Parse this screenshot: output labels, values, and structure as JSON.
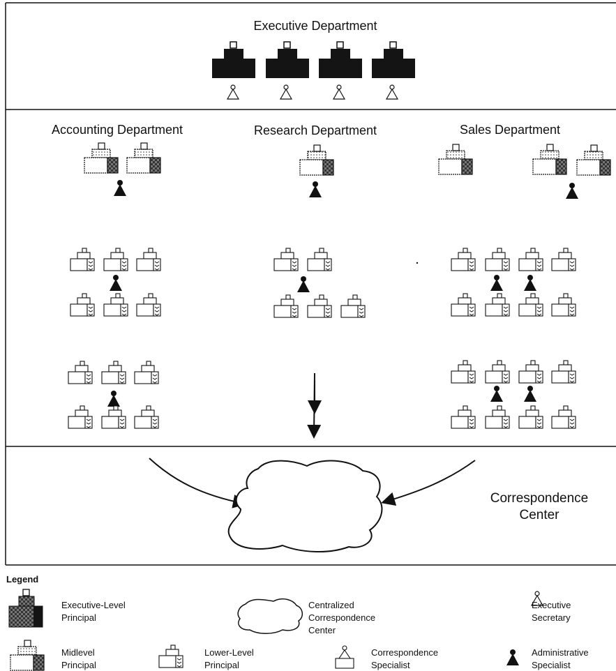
{
  "sections": {
    "executive": "Executive Department",
    "accounting": "Accounting Department",
    "research": "Research Department",
    "sales": "Sales Department",
    "center_line1": "Correspondence",
    "center_line2": "Center"
  },
  "legend": {
    "heading": "Legend",
    "exec_principal": [
      "Executive-Level",
      "Principal"
    ],
    "center": [
      "Centralized",
      "Correspondence",
      "Center"
    ],
    "exec_secretary": [
      "Executive",
      "Secretary"
    ],
    "mid_principal": [
      "Midlevel",
      "Principal"
    ],
    "lower_principal": [
      "Lower-Level",
      "Principal"
    ],
    "corr_specialist": [
      "Correspondence",
      "Specialist"
    ],
    "admin_specialist": [
      "Administrative",
      "Specialist"
    ]
  },
  "colors": {
    "ink": "#111111",
    "exec_fill": "#141414",
    "paper": "#ffffff"
  },
  "icons": [
    "executive-principal-icon",
    "midlevel-principal-icon",
    "lower-principal-icon",
    "executive-secretary-icon",
    "administrative-specialist-icon",
    "correspondence-specialist-icon",
    "correspondence-center-blob"
  ]
}
